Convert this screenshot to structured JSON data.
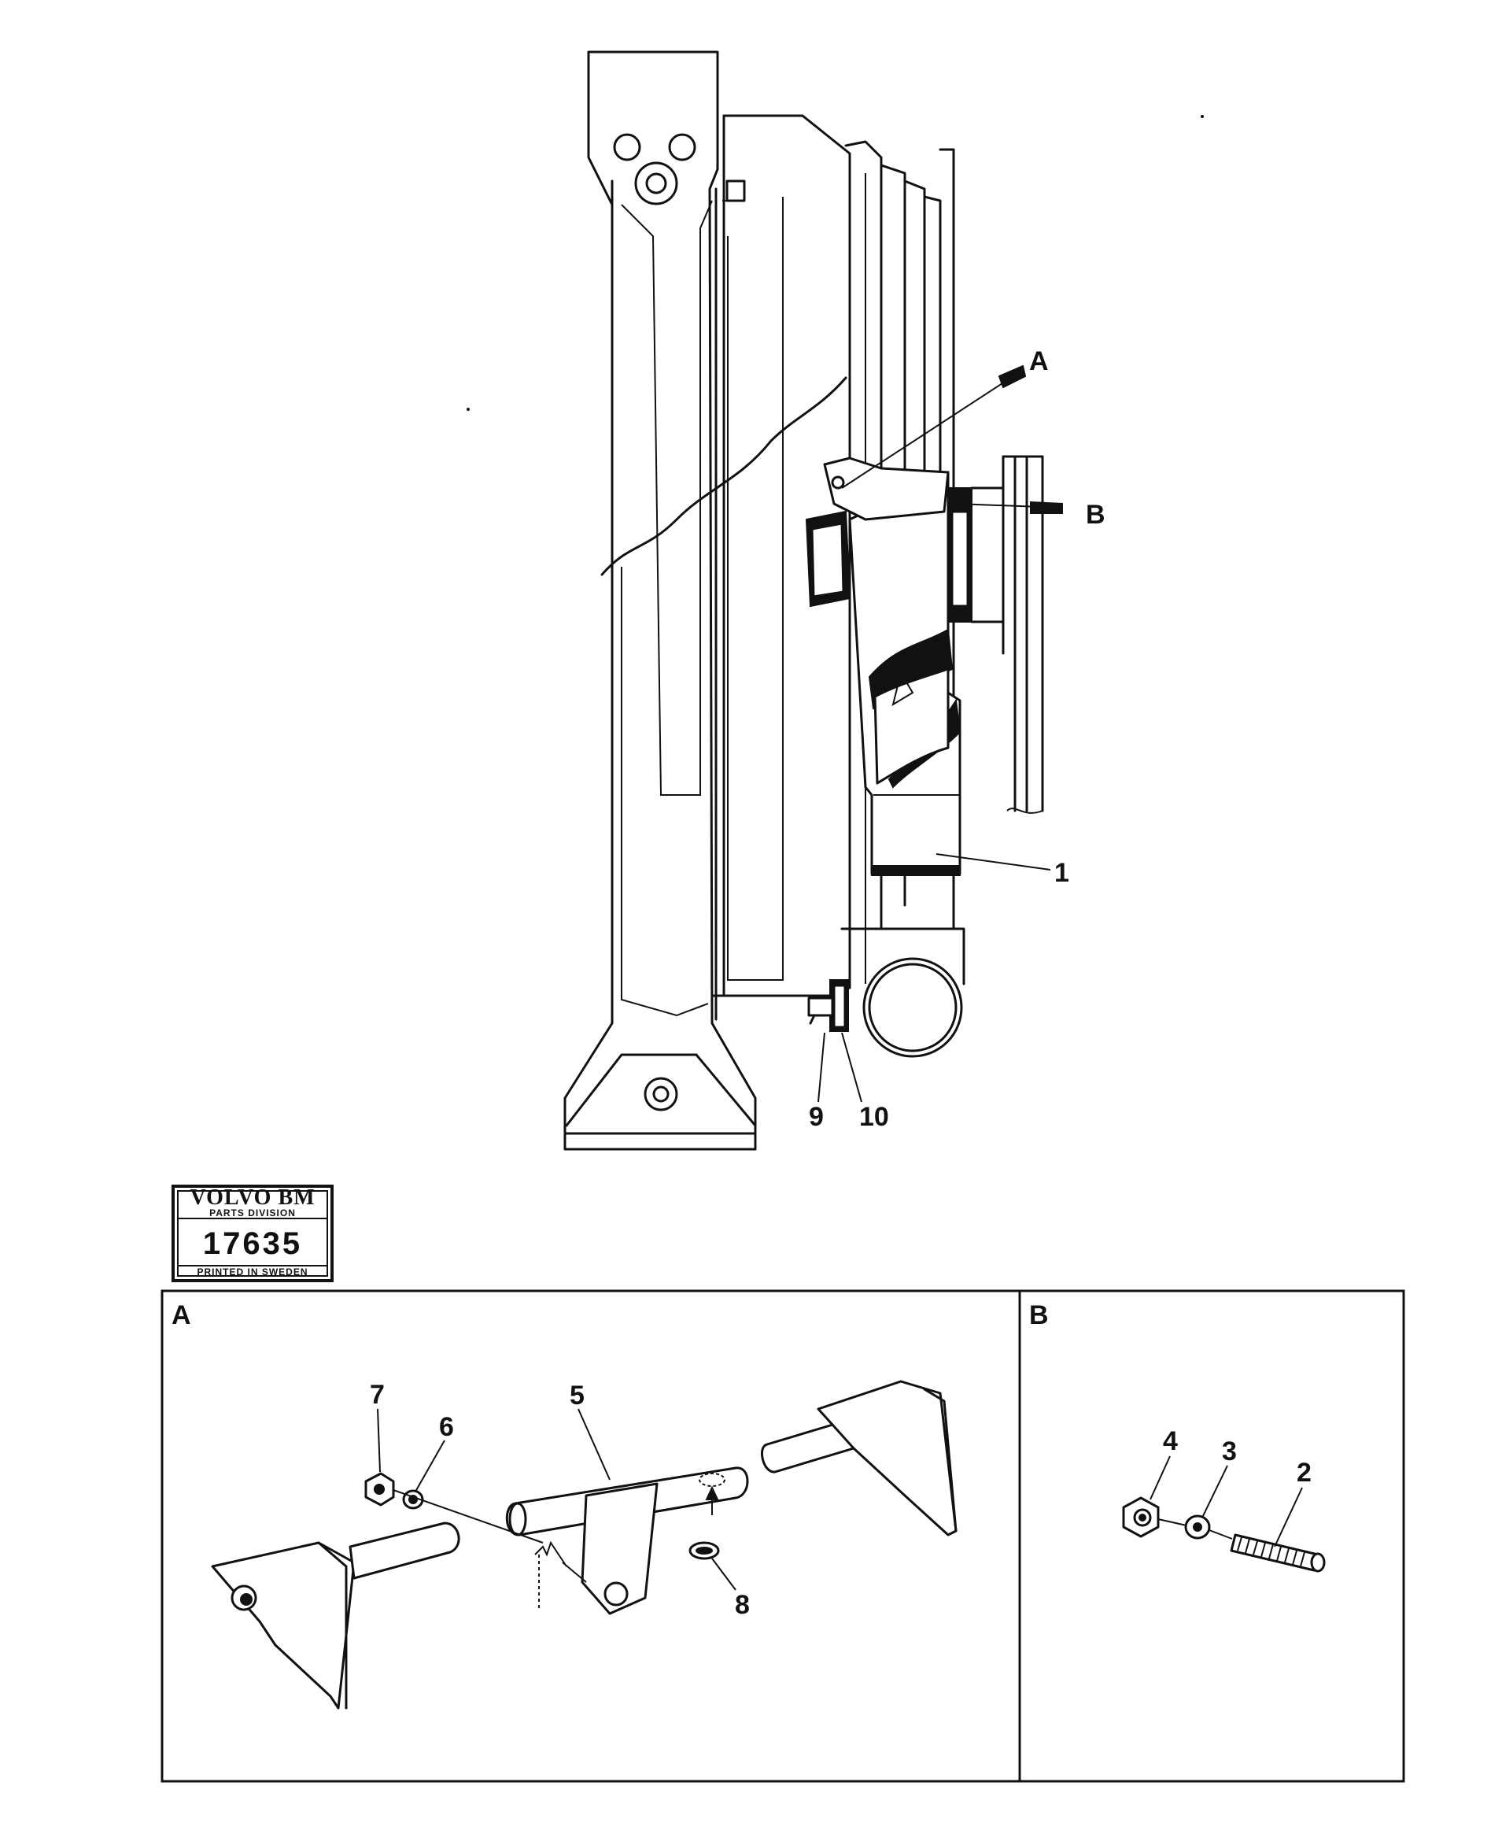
{
  "main_view": {
    "callouts": {
      "A": "A",
      "B": "B",
      "part_1": "1",
      "part_9": "9",
      "part_10": "10"
    }
  },
  "stamp": {
    "brand": "VOLVO BM",
    "division": "PARTS DIVISION",
    "number": "17635",
    "printed": "PRINTED IN SWEDEN"
  },
  "detail_a": {
    "label": "A",
    "callouts": {
      "part_5": "5",
      "part_6": "6",
      "part_7": "7",
      "part_8": "8"
    }
  },
  "detail_b": {
    "label": "B",
    "callouts": {
      "part_2": "2",
      "part_3": "3",
      "part_4": "4"
    }
  }
}
